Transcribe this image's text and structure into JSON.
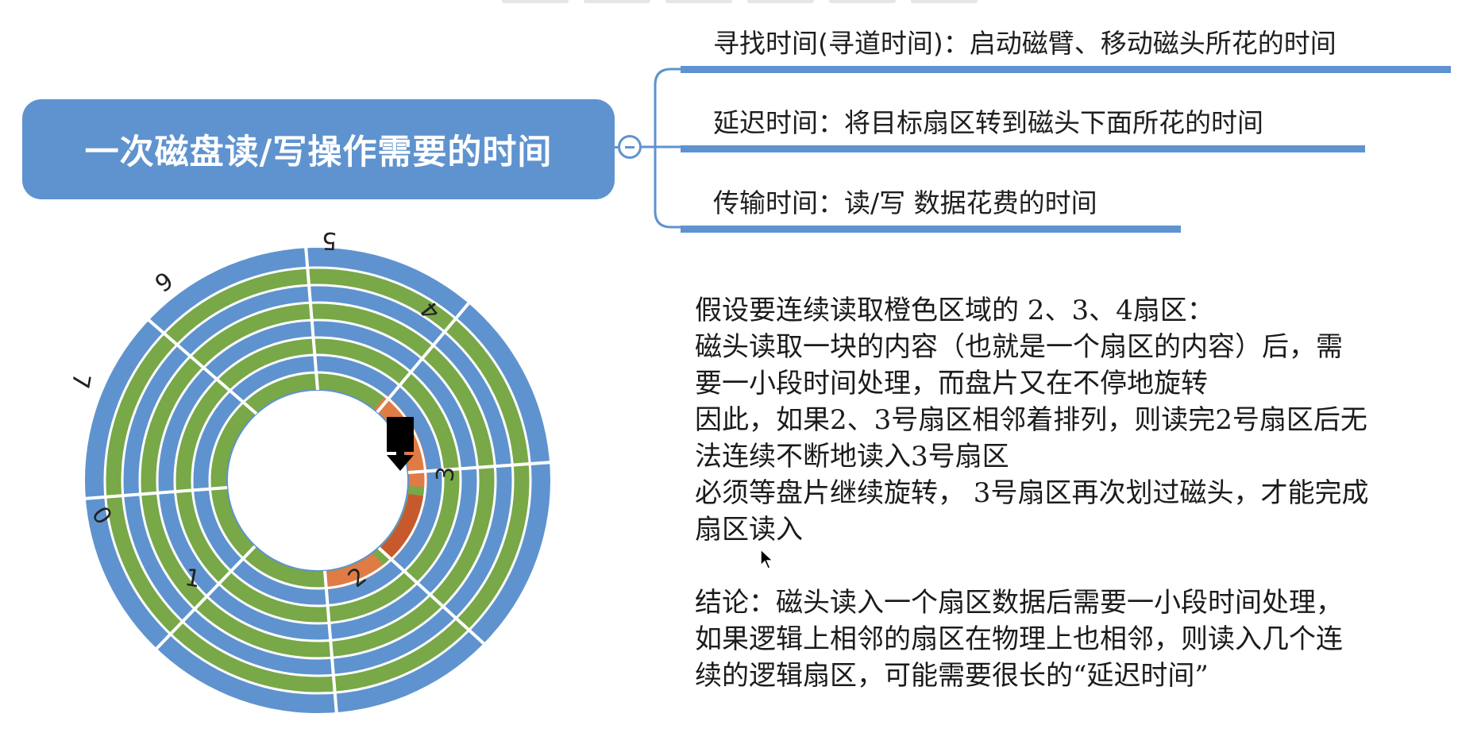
{
  "mindmap": {
    "root": "一次磁盘读/写操作需要的时间",
    "branches": [
      "寻找时间(寻道时间)：启动磁臂、移动磁头所花的时间",
      "延迟时间：将目标扇区转到磁头下面所花的时间",
      "传输时间：读/写 数据花费的时间"
    ]
  },
  "disk": {
    "sector_labels": [
      "5",
      "4",
      "3",
      "2",
      "1",
      "0",
      "7",
      "6"
    ],
    "colors": {
      "outer": "#5f93cf",
      "track": "#78a847",
      "highlight": "#e07b45",
      "highlight_dark": "#c65a2c"
    }
  },
  "explanation": {
    "lines": [
      "假设要连续读取橙色区域的 2、3、4扇区：",
      "磁头读取一块的内容（也就是一个扇区的内容）后，需",
      "要一小段时间处理，而盘片又在不停地旋转",
      "因此，如果2、3号扇区相邻着排列，则读完2号扇区后无",
      "法连续不断地读入3号扇区",
      "必须等盘片继续旋转， 3号扇区再次划过磁头，才能完成",
      "扇区读入"
    ],
    "conclusion": [
      "结论：磁头读入一个扇区数据后需要一小段时间处理，",
      "如果逻辑上相邻的扇区在物理上也相邻，则读入几个连",
      "续的逻辑扇区，可能需要很长的“延迟时间”"
    ]
  }
}
